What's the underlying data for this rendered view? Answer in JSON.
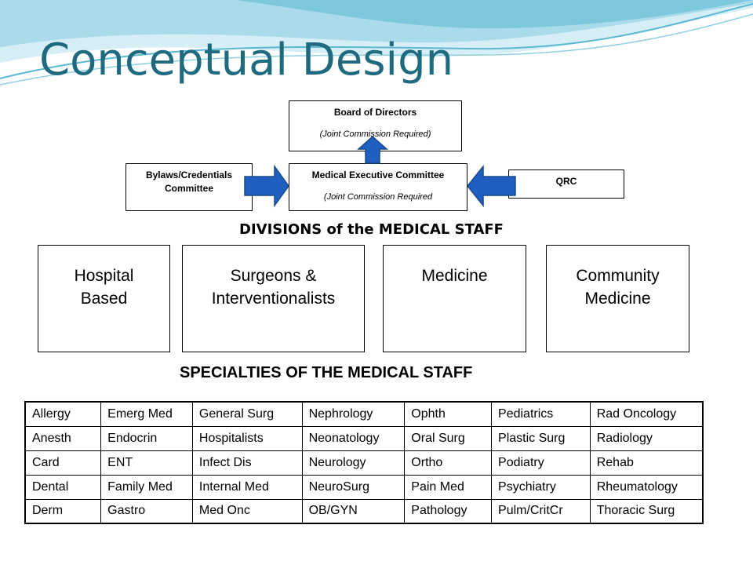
{
  "slide": {
    "title": "Conceptual Design",
    "colors": {
      "title": "#1f6a7f",
      "arrow_fill": "#1f5fbf",
      "arrow_stroke": "#1a4a8a",
      "wave_light": "#bfe6f0",
      "wave_mid": "#7fcbe0"
    }
  },
  "boxes": {
    "board": {
      "title": "Board of Directors",
      "note": "(Joint Commission Required)"
    },
    "mec": {
      "title": "Medical Executive Committee",
      "note": "(Joint Commission Required"
    },
    "bylaws": {
      "line1": "Bylaws/Credentials",
      "line2": "Committee"
    },
    "qrc": {
      "title": "QRC"
    }
  },
  "divisions": {
    "heading": "DIVISIONS of the MEDICAL STAFF",
    "items": [
      {
        "line1": "Hospital",
        "line2": "Based"
      },
      {
        "line1": "Surgeons &",
        "line2": "Interventionalists"
      },
      {
        "line1": "Medicine",
        "line2": ""
      },
      {
        "line1": "Community",
        "line2": "Medicine"
      }
    ]
  },
  "specialties": {
    "heading": "SPECIALTIES OF THE MEDICAL STAFF",
    "rows": [
      [
        "Allergy",
        "Emerg Med",
        "General Surg",
        "Nephrology",
        "Ophth",
        "Pediatrics",
        "Rad Oncology"
      ],
      [
        "Anesth",
        "Endocrin",
        "Hospitalists",
        "Neonatology",
        "Oral Surg",
        "Plastic Surg",
        "Radiology"
      ],
      [
        "Card",
        "ENT",
        "Infect Dis",
        "Neurology",
        "Ortho",
        "Podiatry",
        "Rehab"
      ],
      [
        "Dental",
        "Family Med",
        "Internal Med",
        "NeuroSurg",
        "Pain Med",
        "Psychiatry",
        "Rheumatology"
      ],
      [
        "Derm",
        "Gastro",
        "Med Onc",
        "OB/GYN",
        "Pathology",
        "Pulm/CritCr",
        "Thoracic Surg"
      ]
    ]
  }
}
